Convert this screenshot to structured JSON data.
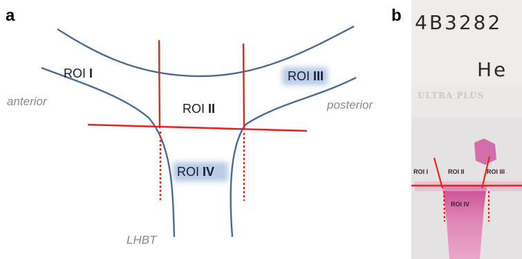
{
  "panel_a": {
    "letter": "a",
    "roi_1": {
      "prefix": "ROI ",
      "numeral": "I"
    },
    "roi_2": {
      "prefix": "ROI ",
      "numeral": "II"
    },
    "roi_3": {
      "prefix": "ROI ",
      "numeral": "III"
    },
    "roi_4": {
      "prefix": "ROI ",
      "numeral": "IV"
    },
    "label_anterior": "anterior",
    "label_posterior": "posterior",
    "label_lhbt": "LHBT",
    "colors": {
      "outline": "#4a6a96",
      "cut_line": "#e8231c",
      "highlight": "#cdd9ec"
    }
  },
  "panel_b": {
    "letter": "b",
    "handwriting_1": "4B3282",
    "handwriting_2": "He",
    "slide_brand": "ULTRA PLUS",
    "roi_1": "ROI I",
    "roi_2": "ROI II",
    "roi_3": "ROI III",
    "roi_4": "ROI IV",
    "colors": {
      "tissue": "#d9569c",
      "cut_line": "#e8231c"
    }
  }
}
